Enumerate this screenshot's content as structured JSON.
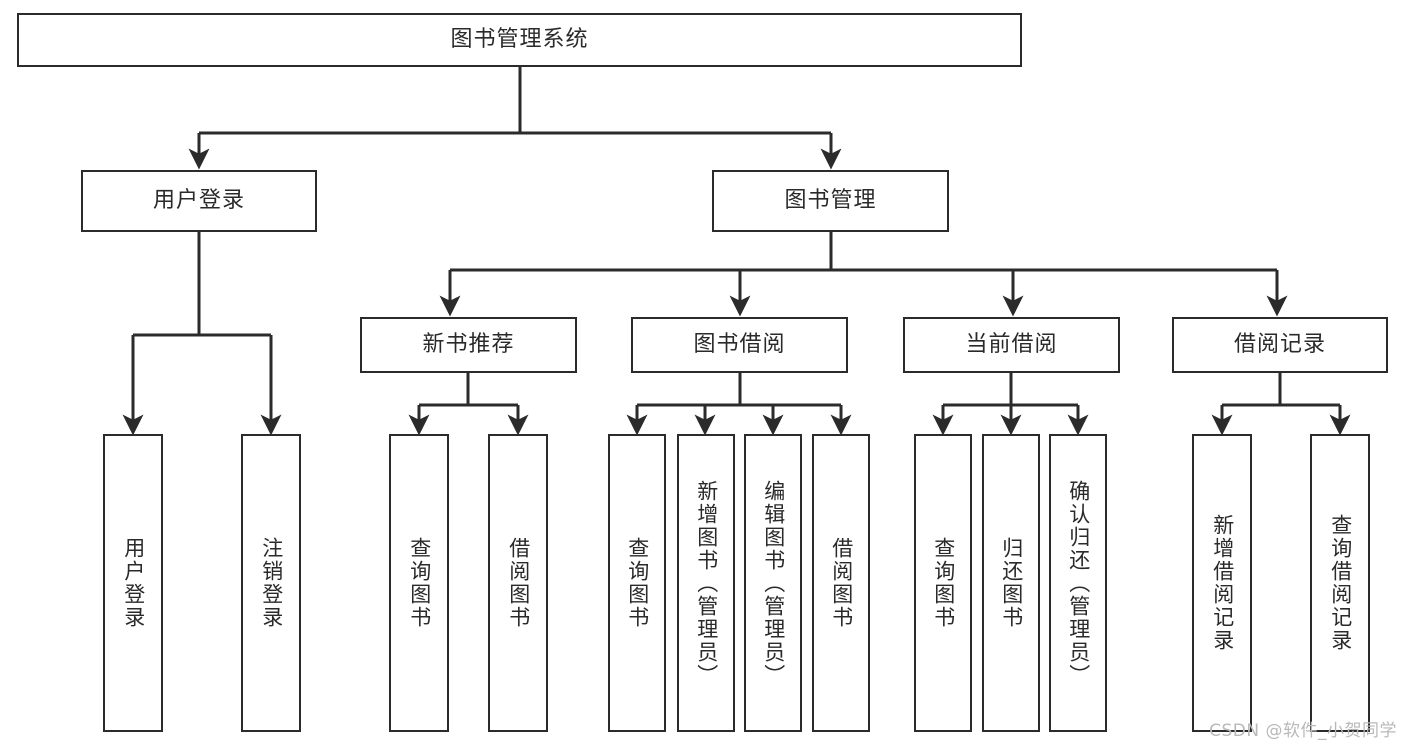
{
  "diagram": {
    "title": "图书管理系统",
    "type": "tree-hierarchy",
    "stroke_color": "#2b2b2b",
    "fill_color": "#ffffff",
    "text_color": "#2a2a2a",
    "watermark": "CSDN @软件_小贺同学",
    "nodes": {
      "root": {
        "label": "图书管理系统"
      },
      "l1": [
        {
          "id": "user-login",
          "label": "用户登录"
        },
        {
          "id": "book-manage",
          "label": "图书管理"
        }
      ],
      "l2": [
        {
          "id": "new-book-recommend",
          "label": "新书推荐"
        },
        {
          "id": "book-borrow",
          "label": "图书借阅"
        },
        {
          "id": "current-borrow",
          "label": "当前借阅"
        },
        {
          "id": "borrow-record",
          "label": "借阅记录"
        }
      ],
      "leaves": {
        "user_login": [
          {
            "id": "leaf-user-login",
            "label": "用户登录"
          },
          {
            "id": "leaf-logout-login",
            "label": "注销登录"
          }
        ],
        "new_book_recommend": [
          {
            "id": "leaf-query-book-1",
            "label": "查询图书"
          },
          {
            "id": "leaf-borrow-book-1",
            "label": "借阅图书"
          }
        ],
        "book_borrow": [
          {
            "id": "leaf-query-book-2",
            "label": "查询图书"
          },
          {
            "id": "leaf-add-book-admin",
            "label": "新增图书（管理员）"
          },
          {
            "id": "leaf-edit-book-admin",
            "label": "编辑图书（管理员）"
          },
          {
            "id": "leaf-borrow-book-2",
            "label": "借阅图书"
          }
        ],
        "current_borrow": [
          {
            "id": "leaf-query-book-3",
            "label": "查询图书"
          },
          {
            "id": "leaf-return-book",
            "label": "归还图书"
          },
          {
            "id": "leaf-confirm-return-admin",
            "label": "确认归还（管理员）"
          }
        ],
        "borrow_record": [
          {
            "id": "leaf-add-borrow-record",
            "label": "新增借阅记录"
          },
          {
            "id": "leaf-query-borrow-record",
            "label": "查询借阅记录"
          }
        ]
      }
    }
  }
}
